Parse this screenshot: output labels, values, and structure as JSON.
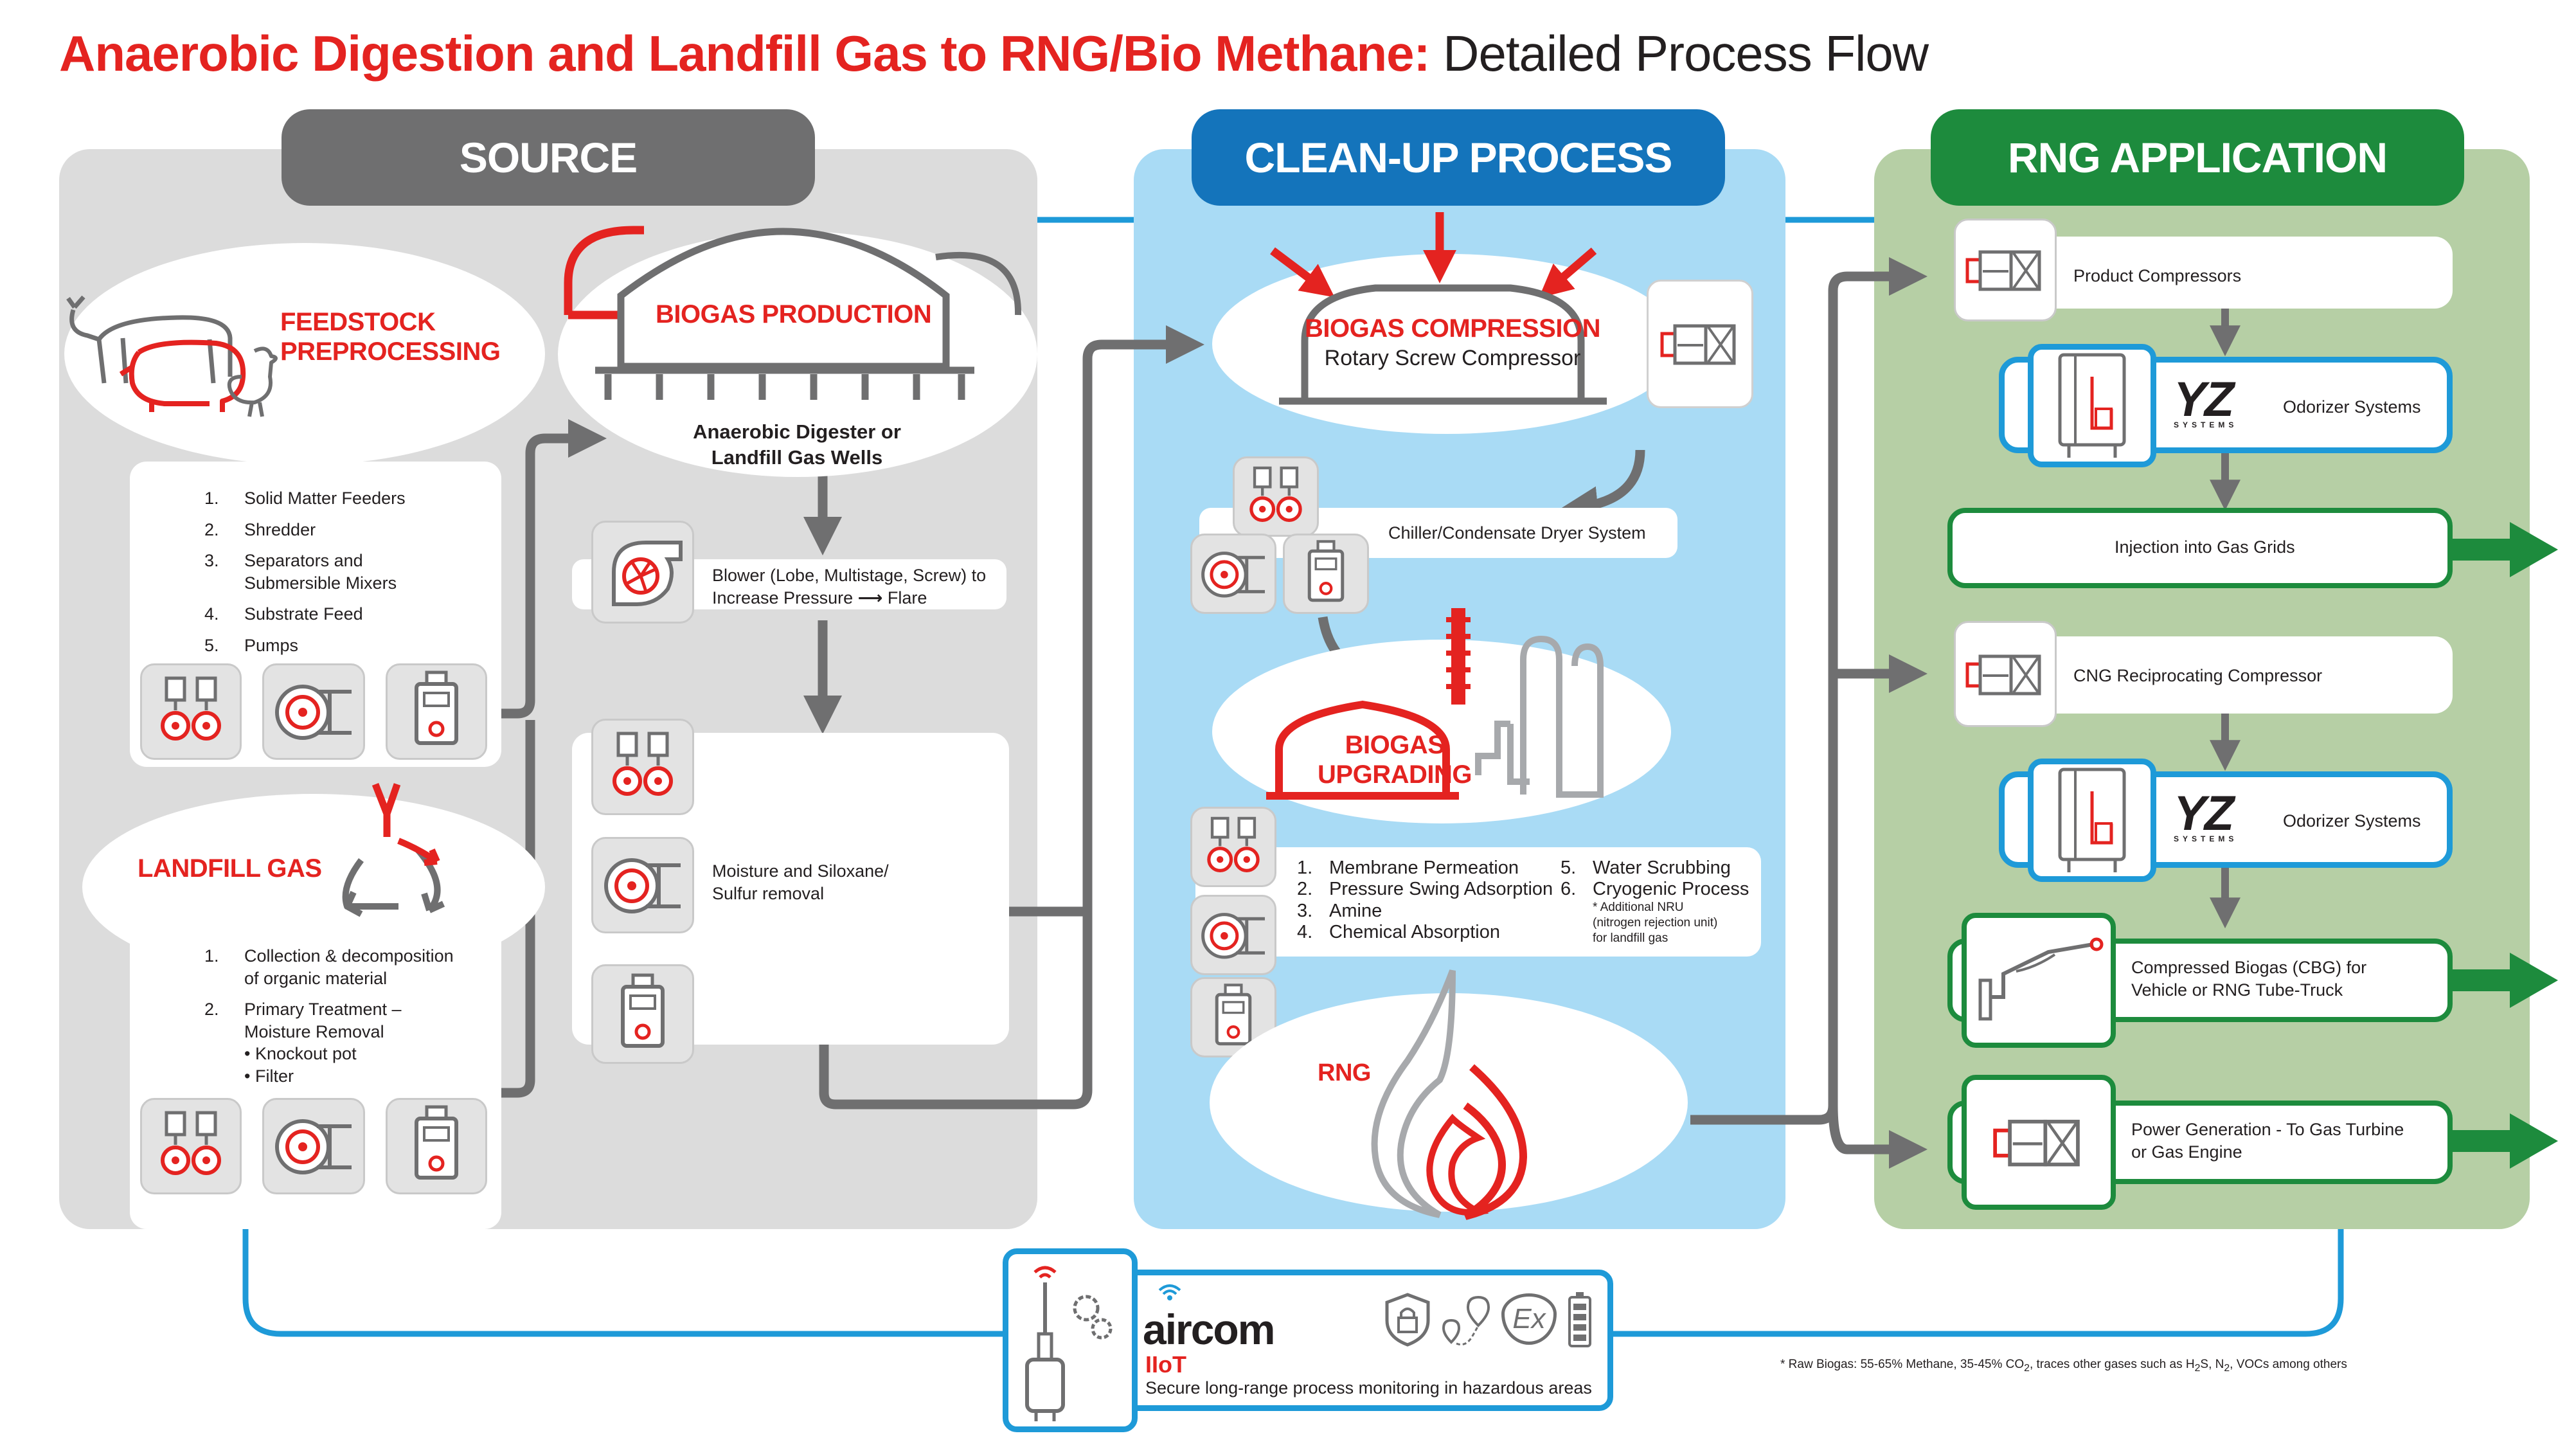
{
  "title": {
    "bold": "Anaerobic Digestion and Landfill Gas to RNG/Bio Methane:",
    "regular": " Detailed Process Flow"
  },
  "colors": {
    "red": "#e42320",
    "gray": "#6f6f70",
    "blue": "#1474bb",
    "green": "#1d8b3d",
    "light_blue": "#a9dbf5",
    "light_gray": "#dcdcdc",
    "light_green": "#b6cfa5",
    "line_blue": "#1e9ad8"
  },
  "sections": {
    "source": "SOURCE",
    "cleanup": "CLEAN-UP PROCESS",
    "rng": "RNG APPLICATION"
  },
  "source": {
    "feedstock": {
      "line1": "FEEDSTOCK",
      "line2": "PREPROCESSING"
    },
    "feedstock_items": [
      {
        "num": "1.",
        "text": "Solid Matter Feeders"
      },
      {
        "num": "2.",
        "text": "Shredder"
      },
      {
        "num": "3.",
        "text": "Separators and Submersible Mixers"
      },
      {
        "num": "4.",
        "text": "Substrate Feed"
      },
      {
        "num": "5.",
        "text": "Pumps"
      }
    ],
    "landfill": "LANDFILL GAS",
    "landfill_items": [
      {
        "num": "1.",
        "text": "Collection & decomposition of organic material"
      },
      {
        "num": "2.",
        "text": "Primary Treatment – Moisture Removal",
        "sub1": "• Knockout pot",
        "sub2": "• Filter"
      }
    ],
    "biogas_production": "BIOGAS PRODUCTION",
    "digester": {
      "line1": "Anaerobic Digester or",
      "line2": "Landfill Gas Wells"
    },
    "blower": {
      "line1": "Blower (Lobe, Multistage, Screw) to",
      "line2a": "Increase Pressure",
      "arrow": "⟶",
      "line2b": "Flare"
    },
    "moisture": {
      "line1": "Moisture and Siloxane/",
      "line2": "Sulfur removal"
    }
  },
  "cleanup": {
    "compression": {
      "title": "BIOGAS COMPRESSION",
      "sub": "Rotary Screw Compressor"
    },
    "chiller": "Chiller/Condensate Dryer System",
    "upgrading": {
      "line1": "BIOGAS",
      "line2": "UPGRADING"
    },
    "methods_left": [
      {
        "num": "1.",
        "text": "Membrane Permeation"
      },
      {
        "num": "2.",
        "text": "Pressure Swing Adsorption"
      },
      {
        "num": "3.",
        "text": "Amine"
      },
      {
        "num": "4.",
        "text": "Chemical Absorption"
      }
    ],
    "methods_right": [
      {
        "num": "5.",
        "text": "Water Scrubbing"
      },
      {
        "num": "6.",
        "text": "Cryogenic Process"
      }
    ],
    "nru_note": {
      "line1": "* Additional NRU",
      "line2": "(nitrogen rejection unit)",
      "line3": "for landfill gas"
    },
    "rng_label": "RNG"
  },
  "rng_app": {
    "product_compressors": "Product Compressors",
    "odorizer1": "Odorizer Systems",
    "injection": "Injection into Gas Grids",
    "cng": "CNG Reciprocating Compressor",
    "odorizer2": "Odorizer Systems",
    "cbg": {
      "line1": "Compressed Biogas (CBG) for",
      "line2": "Vehicle or RNG Tube-Truck"
    },
    "power": {
      "line1": "Power Generation - To Gas Turbine",
      "line2": "or Gas Engine"
    },
    "yz_logo": "YZ",
    "yz_sub": "SYSTEMS"
  },
  "iiot": {
    "brand": "aircom",
    "label": "IIoT",
    "desc": "Secure long-range process monitoring in hazardous areas",
    "ex_symbol": "Ex"
  },
  "footnote": {
    "lead": "*   Raw Biogas: 55-65% Methane, 35-45% CO",
    "co2_sub": "2",
    "mid": ", traces other gases such as H",
    "h2s_sub": "2",
    "mid2": "S, N",
    "n2_sub": "2",
    "tail": ", VOCs among others"
  },
  "icons": [
    "cow-icon",
    "pig-icon",
    "chicken-icon",
    "metering-pump-icon",
    "centrifugal-pump-icon",
    "controller-icon",
    "blower-icon",
    "recycle-icon",
    "flame-icon",
    "compressor-icon",
    "odorizer-cabinet-icon",
    "dispenser-icon",
    "iot-sensor-icon",
    "lock-icon",
    "location-icon",
    "battery-icon",
    "wifi-icon"
  ]
}
